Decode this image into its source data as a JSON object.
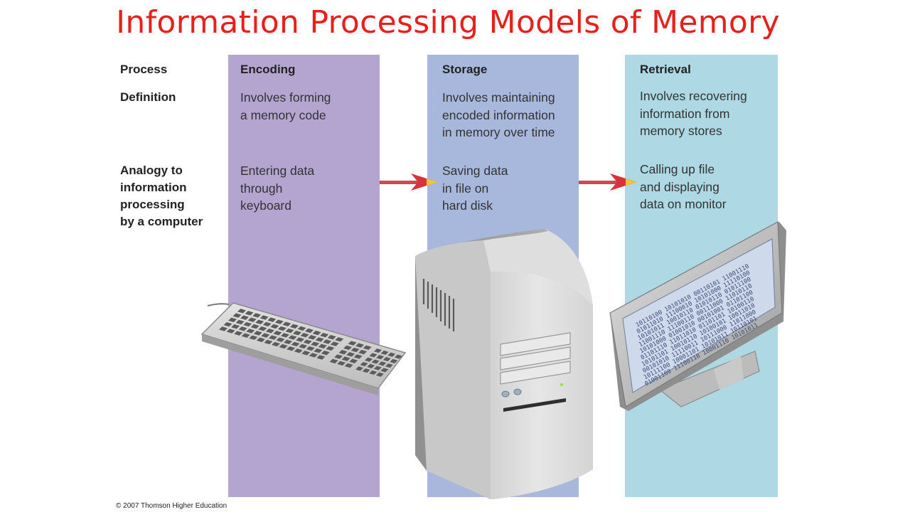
{
  "title": "Information Processing Models of Memory",
  "row_labels": {
    "process": "Process",
    "definition": "Definition",
    "analogy": "Analogy to\ninformation\nprocessing\nby a computer"
  },
  "stages": [
    {
      "name": "Encoding",
      "definition": "Involves forming\na memory code",
      "analogy": "Entering data\nthrough\nkeyboard",
      "color": "#b4a4d0",
      "device_icon": "keyboard-icon"
    },
    {
      "name": "Storage",
      "definition": "Involves maintaining\nencoded information\nin memory over time",
      "analogy": "Saving data\nin file on\nhard disk",
      "color": "#a8b7dc",
      "device_icon": "computer-tower-icon"
    },
    {
      "name": "Retrieval",
      "definition": "Involves recovering\ninformation from\nmemory stores",
      "analogy": "Calling up file\nand displaying\ndata on monitor",
      "color": "#add8e4",
      "device_icon": "monitor-icon"
    }
  ],
  "monitor_screen_text": [
    "10110100 10101010 00110101 11001110",
    "01011010 11100010 10101000 11110100",
    "10101011 10010110 01010110 01011100",
    "11001110 11100110 00111000 11010110",
    "10101000 01001010 00101001 01101100",
    "01101110 11011010 01101101 10100110",
    "10101101 10010110 10100101 10011010",
    "00101010 11110011 10111000 11011000",
    "10111100 10001101 10101011 10110101",
    "01001100 11100110 10001110 10101011"
  ],
  "arrow_colors": {
    "shaft": "#cc4a55",
    "head": "#d8323a",
    "tip": "#f2c23a"
  },
  "copyright": "© 2007 Thomson Higher Education"
}
